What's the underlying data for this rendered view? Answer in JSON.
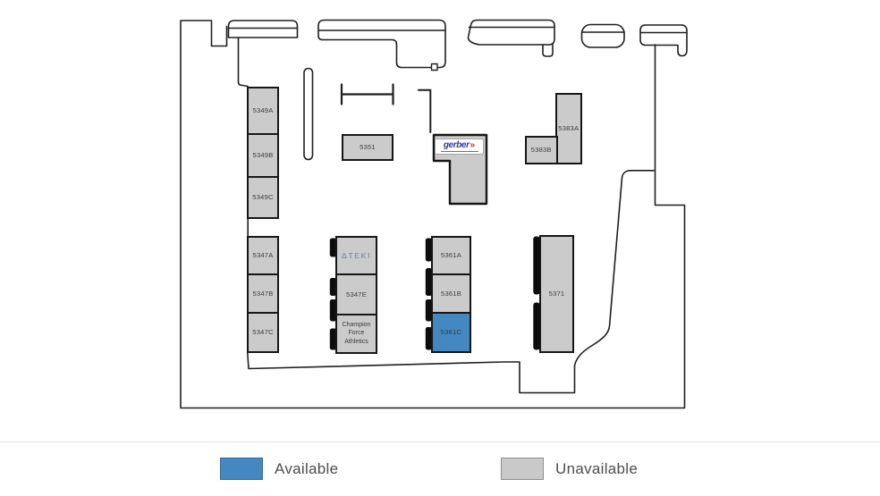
{
  "legend": {
    "available_label": "Available",
    "unavailable_label": "Unavailable",
    "available_color": "#4487c1",
    "unavailable_color": "#c9c9c9"
  },
  "units": {
    "5349A": {
      "label": "5349A",
      "status": "unavailable"
    },
    "5349B": {
      "label": "5349B",
      "status": "unavailable"
    },
    "5349C": {
      "label": "5349C",
      "status": "unavailable"
    },
    "5351": {
      "label": "5351",
      "status": "unavailable"
    },
    "5383A": {
      "label": "5383A",
      "status": "unavailable"
    },
    "5383B": {
      "label": "5383B",
      "status": "unavailable"
    },
    "5347A": {
      "label": "5347A",
      "status": "unavailable"
    },
    "5347B": {
      "label": "5347B",
      "status": "unavailable"
    },
    "5347C": {
      "label": "5347C",
      "status": "unavailable"
    },
    "5347E": {
      "label": "5347E",
      "status": "unavailable"
    },
    "5361A": {
      "label": "5361A",
      "status": "unavailable"
    },
    "5361B": {
      "label": "5361B",
      "status": "unavailable"
    },
    "5361C": {
      "label": "5361C",
      "status": "available"
    },
    "5371": {
      "label": "5371",
      "status": "unavailable"
    }
  },
  "tenants": {
    "gerber": {
      "wordmark": "gerber",
      "arrow": "»"
    },
    "ateki": {
      "wordmark": "ΔTEKI"
    },
    "champion": {
      "name": "Champion\nForce\nAthletics"
    }
  }
}
